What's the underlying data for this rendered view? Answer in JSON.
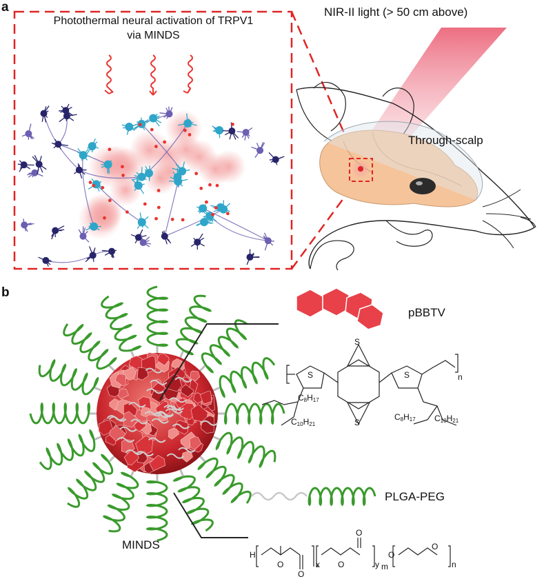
{
  "panel_a": {
    "label": "a",
    "caption_line1": "Photothermal neural activation of TRPV1",
    "caption_line2": "via MINDS",
    "light_label": "NIR-II light  (> 50 cm above)",
    "scalp_label": "Through-scalp"
  },
  "panel_b": {
    "label": "b",
    "polymer_label": "pBBTV",
    "copolymer_label": "PLGA-PEG",
    "particle_label": "MINDS",
    "pbbtv_structure": {
      "ring_atom": "S",
      "bottom_chain_carbon": "C",
      "bottom_chain_carbon_sub": "8",
      "bottom_chain_hydrogen": "H",
      "bottom_chain_hydrogen_sub": "17",
      "long_chain_carbon": "C",
      "long_chain_carbon_sub": "10",
      "long_chain_hydrogen": "H",
      "long_chain_hydrogen_sub": "21",
      "repeat": "n"
    },
    "plga_peg_structure": {
      "end_group": "H",
      "oxygen": "O",
      "x": "x",
      "y": "y",
      "m": "m",
      "n": "n"
    }
  },
  "colors": {
    "dashed_box": "#e02424",
    "red_wave": "#e8352f",
    "neuron_dark": "#27246a",
    "neuron_purple": "#6a5fb0",
    "neuron_cyan": "#2fa6c9",
    "mouse_fill": "#f6c49a",
    "coil_green": "#3a9a2c",
    "particle_red": "#d9333a"
  }
}
